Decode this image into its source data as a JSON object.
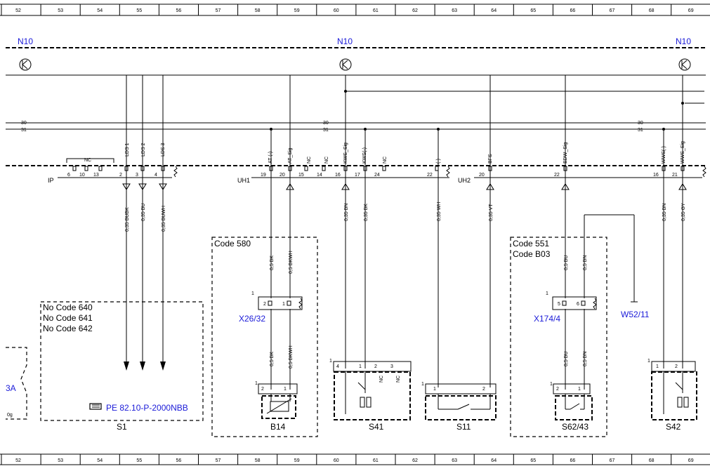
{
  "grid_columns": [
    "52",
    "53",
    "54",
    "55",
    "56",
    "57",
    "58",
    "59",
    "60",
    "61",
    "62",
    "63",
    "64",
    "65",
    "66",
    "67",
    "68",
    "69"
  ],
  "control_units": [
    "N10",
    "N10",
    "N10"
  ],
  "bus_lines": {
    "l30": "30",
    "l31": "31"
  },
  "connectors": {
    "ip": "IP",
    "uh1": "UH1",
    "uh2": "UH2"
  },
  "nc": "NC",
  "pins_top": {
    "lds1": "LDS 1",
    "lds2": "LDS 2",
    "lds3": "LDS 3",
    "at_minus": "AT (-)",
    "at_sig": "AT_Sig",
    "nc1": "NC",
    "nc2": "NC",
    "kws_sig": "KWS_Sig",
    "kws_minus": "KWS(-)",
    "nc3": "NC",
    "minus": "(-)",
    "bfs": "BFS",
    "edw_sig": "EDW_Sig",
    "wws_minus": "WWS(-)",
    "wws_sig": "WWS_Sig"
  },
  "pin_numbers": {
    "p6": "6",
    "p10": "10",
    "p13": "13",
    "p2": "2",
    "p3": "3",
    "p4": "4",
    "p19": "19",
    "p20": "20",
    "p15": "15",
    "p14": "14",
    "p16": "16",
    "p17": "17",
    "p24": "24",
    "p22": "22",
    "p20b": "20",
    "p22b": "22",
    "p16b": "16",
    "p21": "21"
  },
  "wires": {
    "w1": "0,35 BUBK",
    "w2": "0,35 BU",
    "w3": "0,35 BUWH",
    "w4": "0,5 BK",
    "w5": "0,5 BKWH",
    "w6": "0,35 BN",
    "w7": "0,35 BK",
    "w8": "0,35 WH",
    "w9": "0,35 VT",
    "w10": "0,5 BU",
    "w11": "0,5 BN",
    "w12": "0,35 BN",
    "w13": "0,35 GY",
    "w14": "0,5 BK",
    "w15": "0,5 BKWH",
    "w16": "0,5 BU",
    "w17": "0,5 BN"
  },
  "codes": {
    "no640": "No Code 640",
    "no641": "No Code 641",
    "no642": "No Code 642",
    "c580": "Code 580",
    "c551": "Code 551",
    "cb03": "Code B03"
  },
  "refs": {
    "pe": "PE 82.10-P-2000NBB",
    "x26": "X26/32",
    "x174": "X174/4",
    "w52": "W52/11",
    "left_ref": "3A",
    "left_small": "0g"
  },
  "components": {
    "s1": "S1",
    "b14": "B14",
    "s41": "S41",
    "s11": "S11",
    "s62": "S62/43",
    "s42": "S42"
  },
  "small_pins": {
    "one": "1",
    "two": "2",
    "three": "3",
    "four": "4",
    "five": "5",
    "six": "6"
  },
  "colors": {
    "reference_blue": "#1a1ad8"
  }
}
